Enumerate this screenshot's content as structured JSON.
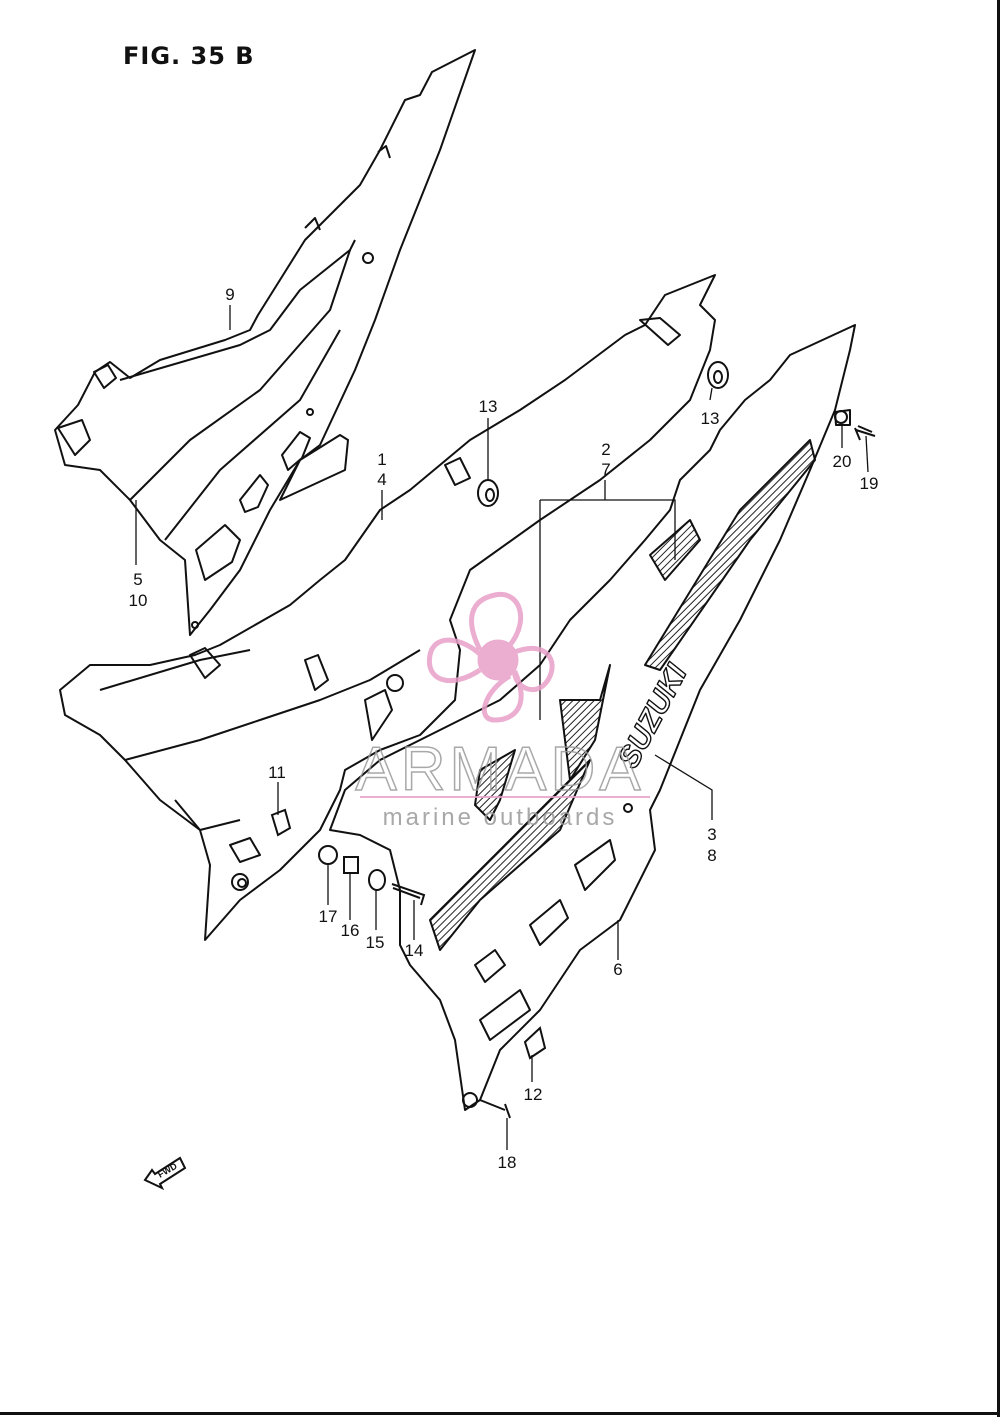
{
  "figure": {
    "title": "FIG. 35 B"
  },
  "decal_text": "SUZUKI",
  "fwd_label": "FWD",
  "watermark": {
    "brand": "ARMADA",
    "tagline": "marine outboards",
    "colors": {
      "logo": "#e8a0c8",
      "text": "#9a9a9a"
    }
  },
  "callouts": [
    {
      "id": "c1",
      "label": "1"
    },
    {
      "id": "c4",
      "label": "4"
    },
    {
      "id": "c2",
      "label": "2"
    },
    {
      "id": "c7",
      "label": "7"
    },
    {
      "id": "c3",
      "label": "3"
    },
    {
      "id": "c8",
      "label": "8"
    },
    {
      "id": "c5",
      "label": "5"
    },
    {
      "id": "c10",
      "label": "10"
    },
    {
      "id": "c6",
      "label": "6"
    },
    {
      "id": "c9",
      "label": "9"
    },
    {
      "id": "c11",
      "label": "11"
    },
    {
      "id": "c12",
      "label": "12"
    },
    {
      "id": "c13a",
      "label": "13"
    },
    {
      "id": "c13b",
      "label": "13"
    },
    {
      "id": "c14",
      "label": "14"
    },
    {
      "id": "c15",
      "label": "15"
    },
    {
      "id": "c16",
      "label": "16"
    },
    {
      "id": "c17",
      "label": "17"
    },
    {
      "id": "c18",
      "label": "18"
    },
    {
      "id": "c19",
      "label": "19"
    },
    {
      "id": "c20",
      "label": "20"
    }
  ]
}
